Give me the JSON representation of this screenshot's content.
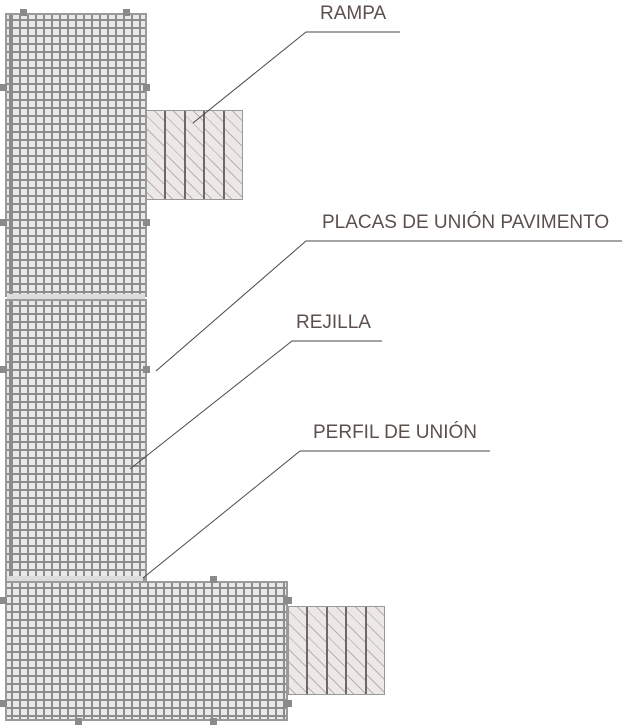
{
  "labels": {
    "rampa": "RAMPA",
    "placas": "PLACAS DE UNIÓN PAVIMENTO",
    "rejilla": "REJILLA",
    "perfil": "PERFIL DE UNIÓN"
  },
  "colors": {
    "text": "#5b504c",
    "grid": "#8c8c8c",
    "fill": "#e9e9e9"
  }
}
